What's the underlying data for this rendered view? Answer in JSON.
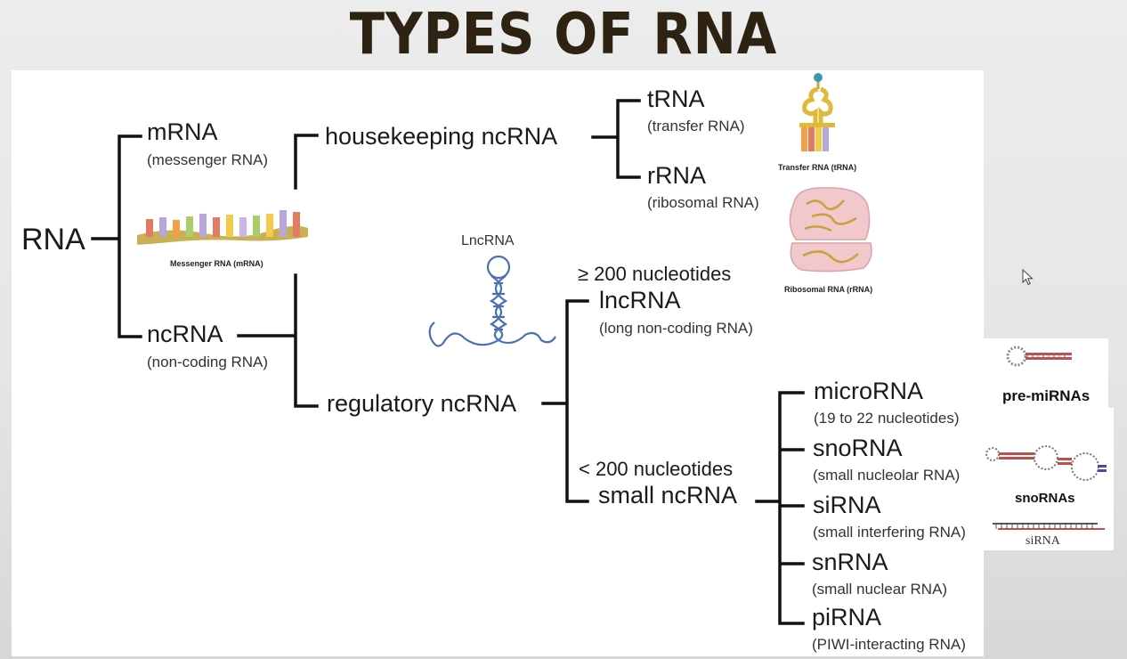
{
  "title": "TYPES OF RNA",
  "root": {
    "label": "RNA"
  },
  "mrna": {
    "label": "mRNA",
    "sub": "(messenger RNA)",
    "caption": "Messenger RNA (mRNA)"
  },
  "ncrna": {
    "label": "ncRNA",
    "sub": "(non-coding RNA)"
  },
  "housekeeping": {
    "label": "housekeeping ncRNA"
  },
  "trna": {
    "label": "tRNA",
    "sub": "(transfer RNA)",
    "caption": "Transfer RNA (tRNA)"
  },
  "rrna": {
    "label": "rRNA",
    "sub": "(ribosomal RNA)",
    "caption": "Ribosomal RNA (rRNA)"
  },
  "regulatory": {
    "label": "regulatory ncRNA"
  },
  "lncrna": {
    "label": "lncRNA",
    "sub": "(long non-coding RNA)",
    "criterion": "≥ 200 nucleotides",
    "illustration_label": "LncRNA"
  },
  "small": {
    "label": "small ncRNA",
    "criterion": "< 200 nucleotides"
  },
  "small_types": [
    {
      "label": "microRNA",
      "sub": "(19 to 22 nucleotides)"
    },
    {
      "label": "snoRNA",
      "sub": "(small nucleolar RNA)"
    },
    {
      "label": "siRNA",
      "sub": "(small interfering RNA)"
    },
    {
      "label": "snRNA",
      "sub": "(small nuclear RNA)"
    },
    {
      "label": "piRNA",
      "sub": "(PIWI-interacting RNA)"
    }
  ],
  "side_images": {
    "pre_mirna": "pre-miRNAs",
    "snorna": "snoRNAs",
    "sirna": "siRNA"
  },
  "icons": {
    "cursor": "mouse-pointer-icon"
  }
}
